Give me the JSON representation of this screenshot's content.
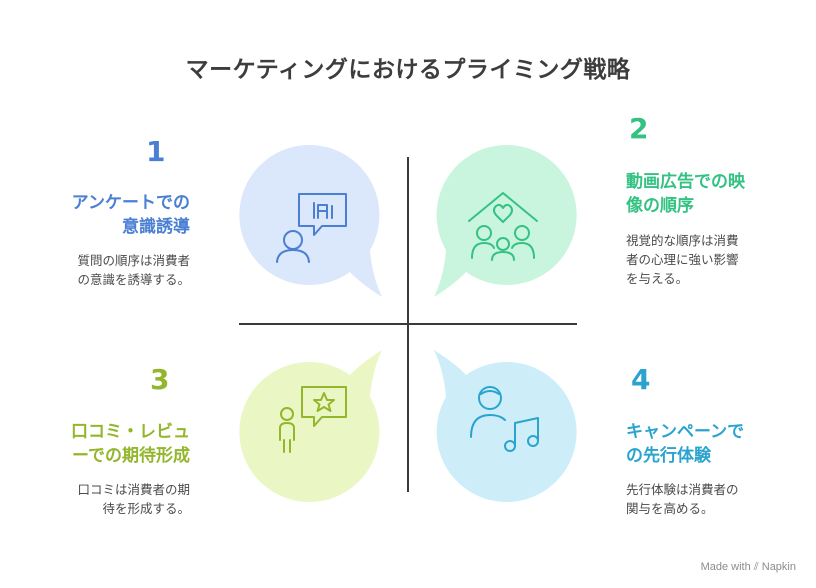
{
  "title": "マーケティングにおけるプライミング戦略",
  "colors": {
    "q1": "#4a7fd4",
    "q2": "#34c283",
    "q3": "#93b62c",
    "q4": "#2aa4cf",
    "q1_bg": "#dbe7fb",
    "q2_bg": "#c9f5de",
    "q3_bg": "#eaf7c4",
    "q4_bg": "#cdeef8"
  },
  "quadrants": [
    {
      "number": "1",
      "heading": [
        "アンケートでの",
        "意識誘導"
      ],
      "description": [
        "質問の順序は消費者",
        "の意識を誘導する。"
      ],
      "icon": "survey-person-icon"
    },
    {
      "number": "2",
      "heading": [
        "動画広告での映",
        "像の順序"
      ],
      "description": [
        "視覚的な順序は消費",
        "者の心理に強い影響",
        "を与える。"
      ],
      "icon": "family-home-heart-icon"
    },
    {
      "number": "3",
      "heading": [
        "口コミ・レビュ",
        "ーでの期待形成"
      ],
      "description": [
        "口コミは消費者の期",
        "待を形成する。"
      ],
      "icon": "person-star-review-icon"
    },
    {
      "number": "4",
      "heading": [
        "キャンペーンで",
        "の先行体験"
      ],
      "description": [
        "先行体験は消費者の",
        "関与を高める。"
      ],
      "icon": "person-music-icon"
    }
  ],
  "footer": {
    "made_with": "Made with",
    "brand": "Napkin"
  }
}
